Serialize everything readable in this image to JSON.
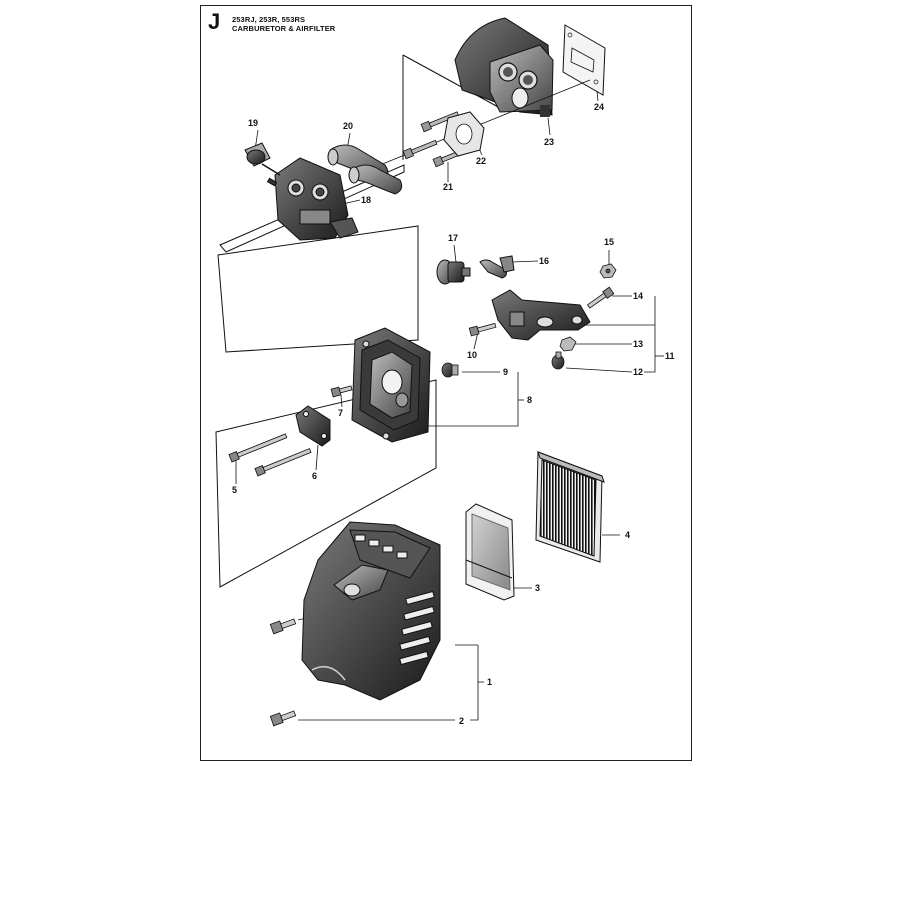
{
  "header": {
    "section_letter": "J",
    "models": "253RJ, 253R, 553RS",
    "title": "CARBURETOR & AIRFILTER"
  },
  "parts": [
    {
      "ref": "1"
    },
    {
      "ref": "2"
    },
    {
      "ref": "3"
    },
    {
      "ref": "4"
    },
    {
      "ref": "5"
    },
    {
      "ref": "6"
    },
    {
      "ref": "7"
    },
    {
      "ref": "8"
    },
    {
      "ref": "9"
    },
    {
      "ref": "10"
    },
    {
      "ref": "11"
    },
    {
      "ref": "12"
    },
    {
      "ref": "13"
    },
    {
      "ref": "14"
    },
    {
      "ref": "15"
    },
    {
      "ref": "16"
    },
    {
      "ref": "17"
    },
    {
      "ref": "18"
    },
    {
      "ref": "19"
    },
    {
      "ref": "20"
    },
    {
      "ref": "21"
    },
    {
      "ref": "22"
    },
    {
      "ref": "23"
    },
    {
      "ref": "24"
    }
  ],
  "colors": {
    "line": "#111111",
    "part_fill": "#2a2a2a",
    "part_mid": "#6a6a6a",
    "part_light": "#cfcfcf"
  }
}
